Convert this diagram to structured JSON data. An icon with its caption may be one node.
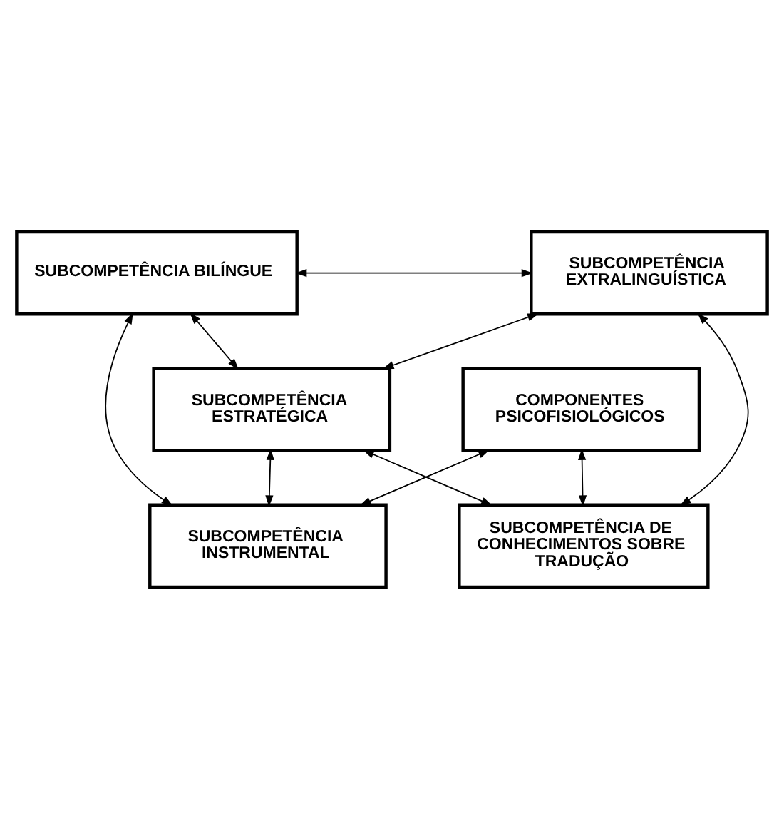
{
  "diagram": {
    "nodes": [
      {
        "text": [
          "SUBCOMPETÊNCIA BILÍNGUE"
        ]
      },
      {
        "text": [
          "SUBCOMPETÊNCIA EXTRALINGUÍSTICA"
        ]
      },
      {
        "text": [
          "SUBCOMPETÊNCIA ESTRATÉGICA"
        ]
      },
      {
        "text": [
          "SUBCOMPETÊNCIA INSTRUMENTAL"
        ]
      },
      {
        "text": [
          "SUBCOMPETÊNCIA DE CONHECIMENTOS SOBRE TRADUÇÃO"
        ]
      },
      {
        "text": [
          "COMPONENTES PSICOFISIOLÓGICOS"
        ]
      }
    ],
    "edges": [
      {
        "from": 0,
        "to": 1,
        "arrow": "both"
      },
      {
        "from": 0,
        "to": 3,
        "arrow": "both"
      },
      {
        "from": 0,
        "to": 2,
        "arrow": "both"
      },
      {
        "from": 1,
        "to": 2,
        "arrow": "both"
      },
      {
        "from": 1,
        "to": 4,
        "arrow": "both"
      },
      {
        "from": 2,
        "to": 3,
        "arrow": "both"
      },
      {
        "from": 2,
        "to": 4,
        "arrow": "both"
      },
      {
        "from": 5,
        "to": 3,
        "arrow": "both"
      },
      {
        "from": 5,
        "to": 4,
        "arrow": "both"
      }
    ]
  }
}
